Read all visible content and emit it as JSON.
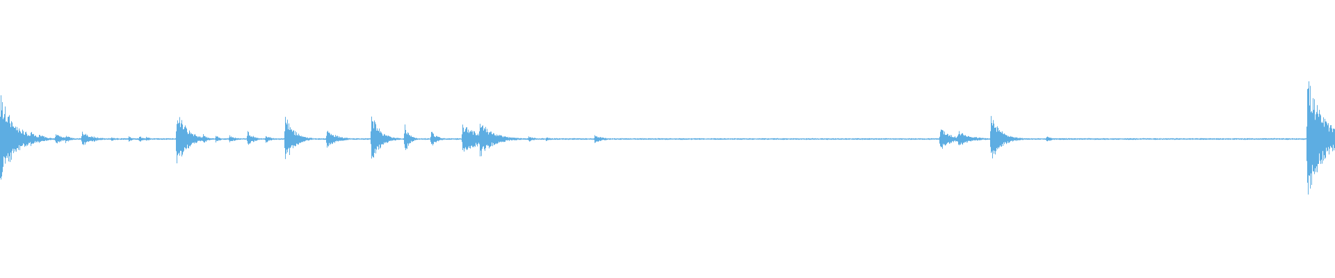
{
  "waveform": {
    "color": "#5dade2",
    "background": "#ffffff",
    "baseline_ratio": 0.5,
    "noise_floor": 0.006,
    "duration": 1920,
    "events": [
      {
        "t": 0,
        "amp": 0.34,
        "decay": 20
      },
      {
        "t": 44,
        "amp": 0.06,
        "decay": 8
      },
      {
        "t": 56,
        "amp": 0.04,
        "decay": 10
      },
      {
        "t": 80,
        "amp": 0.04,
        "decay": 10
      },
      {
        "t": 94,
        "amp": 0.03,
        "decay": 8
      },
      {
        "t": 118,
        "amp": 0.06,
        "decay": 12
      },
      {
        "t": 135,
        "amp": 0.02,
        "decay": 12
      },
      {
        "t": 160,
        "amp": 0.015,
        "decay": 10
      },
      {
        "t": 185,
        "amp": 0.02,
        "decay": 6
      },
      {
        "t": 200,
        "amp": 0.025,
        "decay": 6
      },
      {
        "t": 210,
        "amp": 0.02,
        "decay": 6
      },
      {
        "t": 254,
        "amp": 0.23,
        "decay": 14
      },
      {
        "t": 270,
        "amp": 0.03,
        "decay": 6
      },
      {
        "t": 292,
        "amp": 0.04,
        "decay": 6
      },
      {
        "t": 310,
        "amp": 0.03,
        "decay": 6
      },
      {
        "t": 330,
        "amp": 0.03,
        "decay": 8
      },
      {
        "t": 356,
        "amp": 0.06,
        "decay": 8
      },
      {
        "t": 382,
        "amp": 0.03,
        "decay": 8
      },
      {
        "t": 410,
        "amp": 0.19,
        "decay": 12
      },
      {
        "t": 470,
        "amp": 0.07,
        "decay": 14
      },
      {
        "t": 534,
        "amp": 0.19,
        "decay": 12
      },
      {
        "t": 582,
        "amp": 0.12,
        "decay": 6
      },
      {
        "t": 620,
        "amp": 0.06,
        "decay": 8
      },
      {
        "t": 665,
        "amp": 0.11,
        "decay": 30
      },
      {
        "t": 690,
        "amp": 0.14,
        "decay": 18
      },
      {
        "t": 708,
        "amp": 0.05,
        "decay": 20
      },
      {
        "t": 760,
        "amp": 0.02,
        "decay": 10
      },
      {
        "t": 785,
        "amp": 0.015,
        "decay": 8
      },
      {
        "t": 855,
        "amp": 0.03,
        "decay": 12
      },
      {
        "t": 1352,
        "amp": 0.09,
        "decay": 14
      },
      {
        "t": 1378,
        "amp": 0.06,
        "decay": 18
      },
      {
        "t": 1425,
        "amp": 0.18,
        "decay": 14
      },
      {
        "t": 1505,
        "amp": 0.02,
        "decay": 10
      },
      {
        "t": 1880,
        "amp": 0.47,
        "decay": 22
      },
      {
        "t": 1900,
        "amp": 0.08,
        "decay": 14
      }
    ]
  }
}
